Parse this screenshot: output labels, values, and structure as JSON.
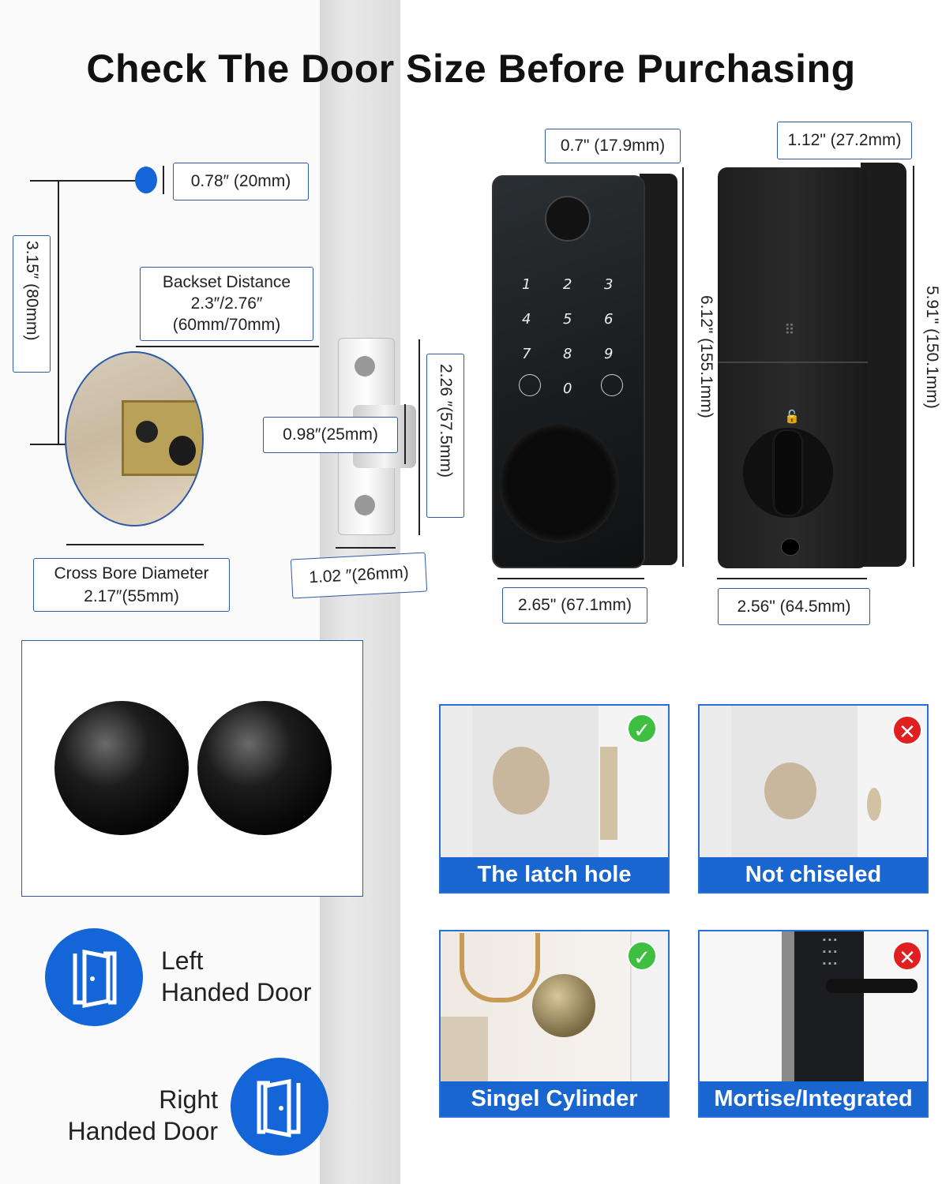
{
  "title": "Check The Door Size Before Purchasing",
  "dimensions": {
    "hole_small": "0.78″ (20mm)",
    "hole_height": "3.15″ (80mm)",
    "backset_title": "Backset Distance",
    "backset_value": "2.3″/2.76″",
    "backset_mm": "(60mm/70mm)",
    "cross_bore_title": "Cross Bore Diameter",
    "cross_bore_value": "2.17″(55mm)",
    "latch_bolt": "0.98″(25mm)",
    "latch_plate_height": "2.26 ″(57.5mm)",
    "latch_plate_width": "1.02 ″(26mm)",
    "front_depth": "0.7\" (17.9mm)",
    "front_height": "6.12\" (155.1mm)",
    "front_width": "2.65\" (67.1mm)",
    "back_depth": "1.12\" (27.2mm)",
    "back_height": "5.91\" (150.1mm)",
    "back_width": "2.56\" (64.5mm)"
  },
  "keypad": [
    "1",
    "2",
    "3",
    "4",
    "5",
    "6",
    "7",
    "8",
    "9",
    "0"
  ],
  "door_checks": [
    {
      "caption": "The latch hole",
      "status": "ok"
    },
    {
      "caption": "Not chiseled",
      "status": "no"
    },
    {
      "caption": "Singel Cylinder",
      "status": "ok"
    },
    {
      "caption": "Mortise/Integrated",
      "status": "no"
    }
  ],
  "handing": {
    "left_line1": "Left",
    "left_line2": "Handed Door",
    "right_line1": "Right",
    "right_line2": "Handed Door"
  },
  "colors": {
    "accent": "#1466d8",
    "ok": "#3fbf3f",
    "no": "#e02020"
  }
}
